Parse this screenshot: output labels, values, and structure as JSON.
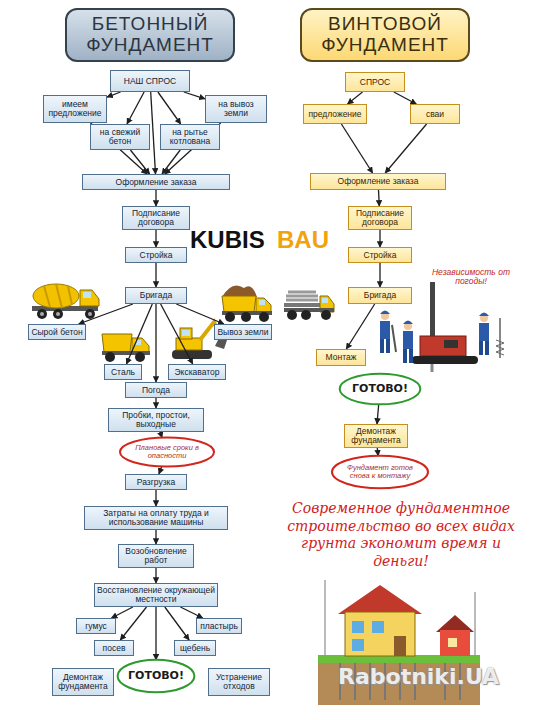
{
  "diagram": {
    "nodes": [
      {
        "text": [
          "БЕТОННЫЙ ФУНДАМЕНТ"
        ]
      },
      {
        "text": [
          "НАШ СПРОС"
        ]
      },
      {
        "text": [
          "имеем предложение"
        ]
      },
      {
        "text": [
          "на свежий бетон"
        ]
      },
      {
        "text": [
          "на рытье котлована"
        ]
      },
      {
        "text": [
          "на вывоз земли"
        ]
      },
      {
        "text": [
          "Оформление заказа"
        ]
      },
      {
        "text": [
          "Подписание договора"
        ]
      },
      {
        "text": [
          "Стройка"
        ]
      },
      {
        "text": [
          "Бригада"
        ]
      },
      {
        "text": [
          "Сырой бетон"
        ]
      },
      {
        "text": [
          "Сталь"
        ]
      },
      {
        "text": [
          "Экскаватор"
        ]
      },
      {
        "text": [
          "Вывоз земли"
        ]
      },
      {
        "text": [
          "Погода"
        ]
      },
      {
        "text": [
          "Пробки, простои, выходные"
        ]
      },
      {
        "text": [
          "Плановые сроки в опасности"
        ]
      },
      {
        "text": [
          "Разгрузка"
        ]
      },
      {
        "text": [
          "Затраты на оплату труда и использование машины"
        ]
      },
      {
        "text": [
          "Возобновление работ"
        ]
      },
      {
        "text": [
          "Восстановление окружающей местности"
        ]
      },
      {
        "text": [
          "гумус"
        ]
      },
      {
        "text": [
          "пластырь"
        ]
      },
      {
        "text": [
          "посев"
        ]
      },
      {
        "text": [
          "щебень"
        ]
      },
      {
        "text": [
          "Демонтаж фундамента"
        ]
      },
      {
        "text": [
          "ГОТОВО!"
        ]
      },
      {
        "text": [
          "Устранение отходов"
        ]
      },
      {
        "text": [
          "ВИНТОВОЙ ФУНДАМЕНТ"
        ]
      },
      {
        "text": [
          "СПРОС"
        ]
      },
      {
        "text": [
          "предложение"
        ]
      },
      {
        "text": [
          "сваи"
        ]
      },
      {
        "text": [
          "Оформление заказа"
        ]
      },
      {
        "text": [
          "Подписание договора"
        ]
      },
      {
        "text": [
          "Стройка"
        ]
      },
      {
        "text": [
          "Бригада"
        ]
      },
      {
        "text": [
          "Монтаж"
        ]
      },
      {
        "text": [
          "ГОТОВО!"
        ]
      },
      {
        "text": [
          "Демонтаж фундамента"
        ]
      },
      {
        "text": [
          "Фундамент готов снова к монтажу"
        ]
      }
    ],
    "edges": [
      {
        "from": 1,
        "to": 2,
        "arrow": "to"
      },
      {
        "from": 1,
        "to": 3,
        "arrow": "to"
      },
      {
        "from": 1,
        "to": 4,
        "arrow": "to"
      },
      {
        "from": 1,
        "to": 5,
        "arrow": "to"
      },
      {
        "from": 1,
        "to": 6,
        "arrow": "to"
      },
      {
        "from": 2,
        "to": 6,
        "arrow": "to"
      },
      {
        "from": 3,
        "to": 6,
        "arrow": "to"
      },
      {
        "from": 4,
        "to": 6,
        "arrow": "to"
      },
      {
        "from": 5,
        "to": 6,
        "arrow": "to"
      },
      {
        "from": 6,
        "to": 7,
        "arrow": "to"
      },
      {
        "from": 7,
        "to": 8,
        "arrow": "to"
      },
      {
        "from": 8,
        "to": 9,
        "arrow": "to"
      },
      {
        "from": 9,
        "to": 10,
        "arrow": "to"
      },
      {
        "from": 9,
        "to": 11,
        "arrow": "to"
      },
      {
        "from": 9,
        "to": 12,
        "arrow": "to"
      },
      {
        "from": 9,
        "to": 13,
        "arrow": "to"
      },
      {
        "from": 9,
        "to": 14,
        "arrow": "to"
      },
      {
        "from": 14,
        "to": 15,
        "arrow": "to"
      },
      {
        "from": 15,
        "to": 16,
        "arrow": "to"
      },
      {
        "from": 16,
        "to": 17,
        "arrow": "to"
      },
      {
        "from": 17,
        "to": 18,
        "arrow": "to"
      },
      {
        "from": 18,
        "to": 19,
        "arrow": "to"
      },
      {
        "from": 19,
        "to": 20,
        "arrow": "to"
      },
      {
        "from": 20,
        "to": 21,
        "arrow": "to"
      },
      {
        "from": 20,
        "to": 22,
        "arrow": "to"
      },
      {
        "from": 20,
        "to": 23,
        "arrow": "to"
      },
      {
        "from": 20,
        "to": 24,
        "arrow": "to"
      },
      {
        "from": 20,
        "to": 26,
        "arrow": "to"
      },
      {
        "from": 29,
        "to": 30,
        "arrow": "to"
      },
      {
        "from": 29,
        "to": 31,
        "arrow": "to"
      },
      {
        "from": 30,
        "to": 32,
        "arrow": "to"
      },
      {
        "from": 31,
        "to": 32,
        "arrow": "to"
      },
      {
        "from": 32,
        "to": 33,
        "arrow": "to"
      },
      {
        "from": 33,
        "to": 34,
        "arrow": "to"
      },
      {
        "from": 34,
        "to": 35,
        "arrow": "to"
      },
      {
        "from": 35,
        "to": 36,
        "arrow": "to"
      },
      {
        "from": 37,
        "to": 38,
        "arrow": "to"
      },
      {
        "from": 38,
        "to": 39,
        "arrow": "to"
      }
    ],
    "labels": [
      "KUBIS",
      "BAU",
      "Независимость от погоды!",
      "Современное фундаментное строительство во всех видах грунта экономит время и деньги!",
      "Rabotniki.UA"
    ]
  }
}
